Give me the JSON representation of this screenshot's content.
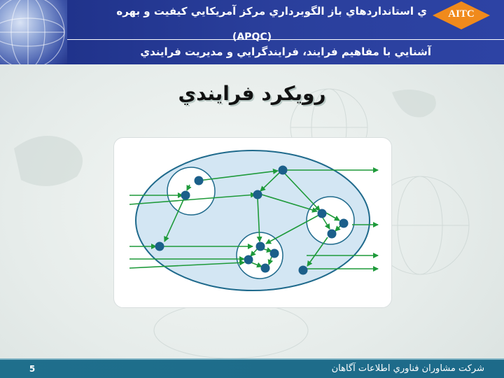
{
  "header": {
    "title_line1": "ي استانداردهاي باز الگوبرداري مركز آمريكايي كيفيت و بهره",
    "title_line1_suffix": "(APQC)",
    "title_line2": "آشنايي با مفاهيم فرايند، فرايندگرايي و مديريت فرايندي",
    "logo_text": "AITC",
    "colors": {
      "header_bg": "#24389a",
      "logo_orange": "#f08a1c"
    }
  },
  "slide": {
    "title": "رويكرد فرايندي"
  },
  "diagram": {
    "colors": {
      "ellipse_fill": "#d3e6f3",
      "ellipse_stroke": "#1f6a8c",
      "arrow": "#1e9a3a",
      "node": "#1b5f8a"
    }
  },
  "footer": {
    "page_number": "5",
    "company": "شركت مشاوران فناوري اطلاعات آگاهان"
  },
  "icons": [
    "globe-image",
    "aitc-logo"
  ]
}
